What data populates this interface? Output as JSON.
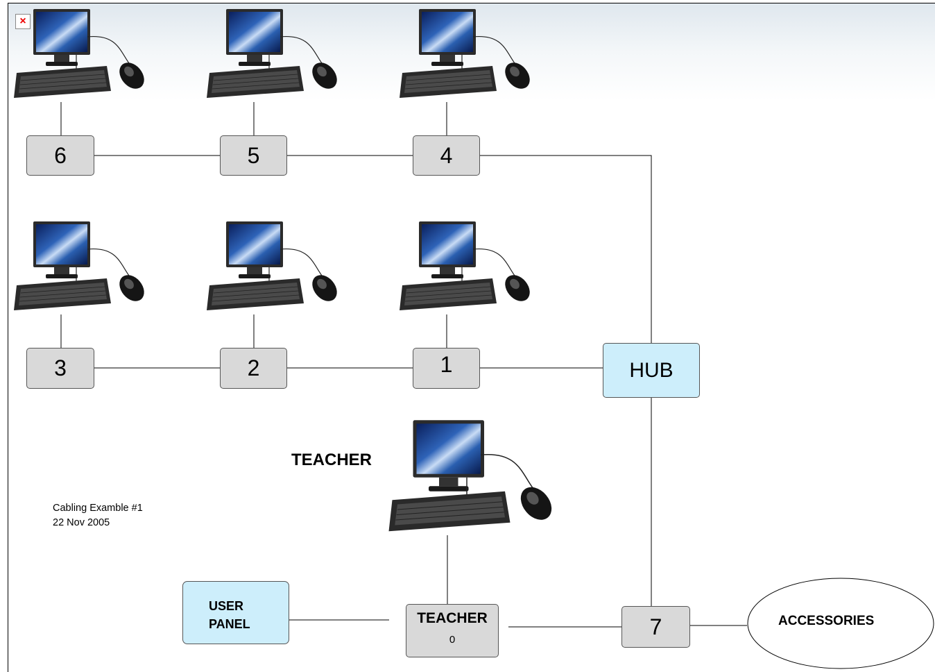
{
  "stations": {
    "s6": "6",
    "s5": "5",
    "s4": "4",
    "s3": "3",
    "s2": "2",
    "s1": "1",
    "s7": "7"
  },
  "hub_label": "HUB",
  "teacher_heading": "TEACHER",
  "teacher_box": {
    "title": "TEACHER",
    "number": "0"
  },
  "user_panel": {
    "line1": "USER",
    "line2": "PANEL"
  },
  "accessories_label": "ACCESSORIES",
  "caption": {
    "line1": "Cabling Examble #1",
    "line2": "22 Nov 2005"
  },
  "broken_image_icon": "broken-image-icon",
  "colors": {
    "node_fill": "#d9d9d9",
    "hub_fill": "#cdeefb",
    "wire": "#000000"
  }
}
